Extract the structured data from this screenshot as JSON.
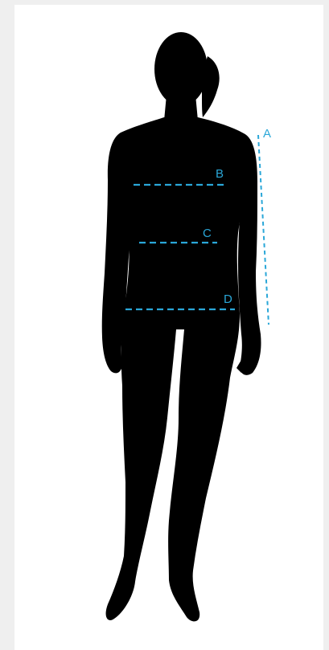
{
  "figure": {
    "subject": "silhouette-icon",
    "silhouette_color": "#000000",
    "measure_color": "#2aa7d8",
    "background_color": "#efefef",
    "panel_color": "#ffffff"
  },
  "measurements": [
    {
      "id": "A",
      "label": "A"
    },
    {
      "id": "B",
      "label": "B"
    },
    {
      "id": "C",
      "label": "C"
    },
    {
      "id": "D",
      "label": "D"
    }
  ]
}
